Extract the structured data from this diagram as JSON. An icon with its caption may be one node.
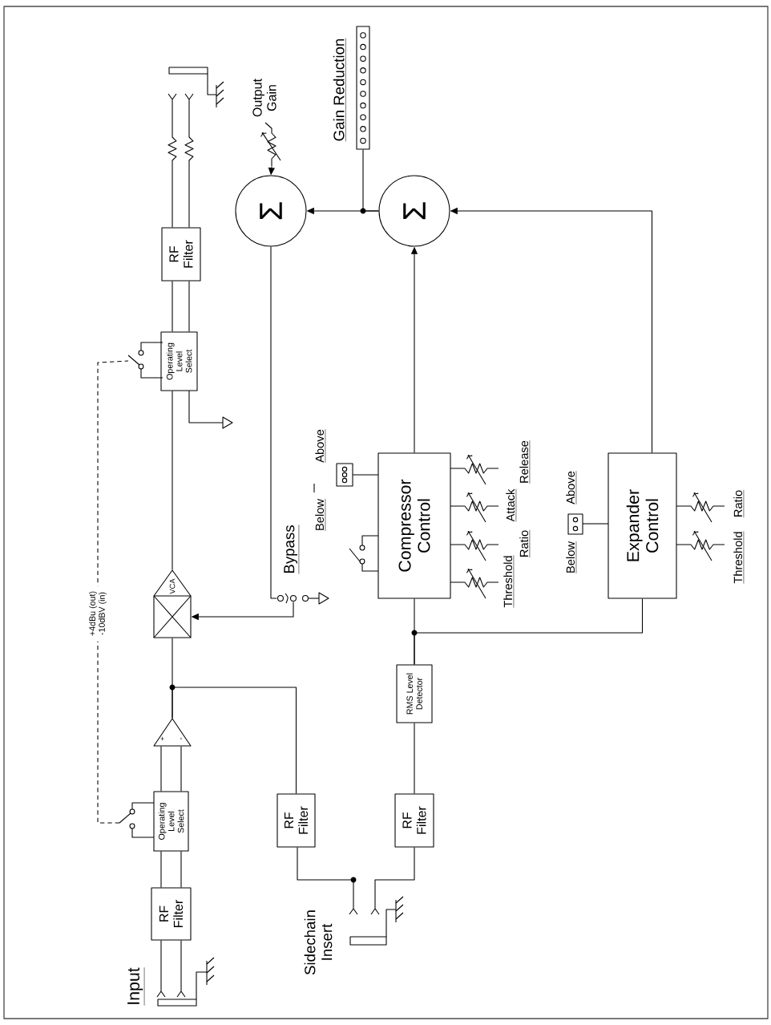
{
  "diagram": {
    "nodes": [
      {
        "text": [
          "RF Filter"
        ]
      },
      {
        "text": [
          "Operating Level Select"
        ]
      },
      {
        "text": [
          "+",
          "-"
        ]
      },
      {
        "text": [
          "VCA"
        ]
      },
      {
        "text": [
          "Operating Level Select"
        ]
      },
      {
        "text": [
          "RF Filter"
        ]
      },
      {
        "text": [
          "Σ"
        ]
      },
      {
        "text": [
          "Σ"
        ]
      },
      {
        "text": [
          "Gain Reduction"
        ]
      },
      {
        "text": [
          "Output Gain"
        ]
      },
      {
        "text": [
          "RF Filter"
        ]
      },
      {
        "text": [
          "RF Filter"
        ]
      },
      {
        "text": [
          "RMS Level Detector"
        ]
      },
      {
        "text": [
          "Compressor Control"
        ]
      },
      {
        "text": [
          "Expander Control"
        ]
      },
      {
        "text": [
          "Input"
        ]
      },
      {
        "text": [
          "Sidechain Insert"
        ]
      },
      {
        "text": [
          "Bypass"
        ]
      },
      {
        "text": [],
        "shape": "jack"
      }
    ],
    "edges": [
      {
        "from": 15,
        "to": 0,
        "arrow": "other"
      },
      {
        "from": 0,
        "to": 1,
        "arrow": "none"
      },
      {
        "from": 1,
        "to": 2,
        "arrow": "none"
      },
      {
        "from": 2,
        "to": 3,
        "arrow": "none"
      },
      {
        "from": 2,
        "to": 10,
        "arrow": "none"
      },
      {
        "from": 3,
        "to": 4,
        "arrow": "none"
      },
      {
        "from": 4,
        "to": 5,
        "arrow": "none"
      },
      {
        "from": 18,
        "to": 5,
        "arrow": "other"
      },
      {
        "from": 16,
        "to": 10,
        "arrow": "other"
      },
      {
        "from": 16,
        "to": 11,
        "arrow": "other"
      },
      {
        "from": 11,
        "to": 12,
        "arrow": "none"
      },
      {
        "from": 12,
        "to": 13,
        "arrow": "none"
      },
      {
        "from": 12,
        "to": 14,
        "arrow": "none"
      },
      {
        "from": 13,
        "to": 7,
        "arrow": "to"
      },
      {
        "from": 14,
        "to": 7,
        "arrow": "to"
      },
      {
        "from": 7,
        "to": 6,
        "arrow": "to"
      },
      {
        "from": 7,
        "to": 8,
        "arrow": "none"
      },
      {
        "from": 9,
        "to": 6,
        "arrow": "to"
      },
      {
        "from": 6,
        "to": 17,
        "arrow": "none"
      },
      {
        "from": 17,
        "to": 3,
        "arrow": "to"
      },
      {
        "from": 1,
        "to": 4,
        "arrow": "none",
        "style": "dashed",
        "label": "+4dBu (out) -10dBV (in)"
      }
    ],
    "labels": [
      "Above",
      "Below",
      "Release",
      "Attack",
      "Ratio",
      "Threshold",
      "Above",
      "Below",
      "Ratio",
      "Threshold"
    ]
  }
}
